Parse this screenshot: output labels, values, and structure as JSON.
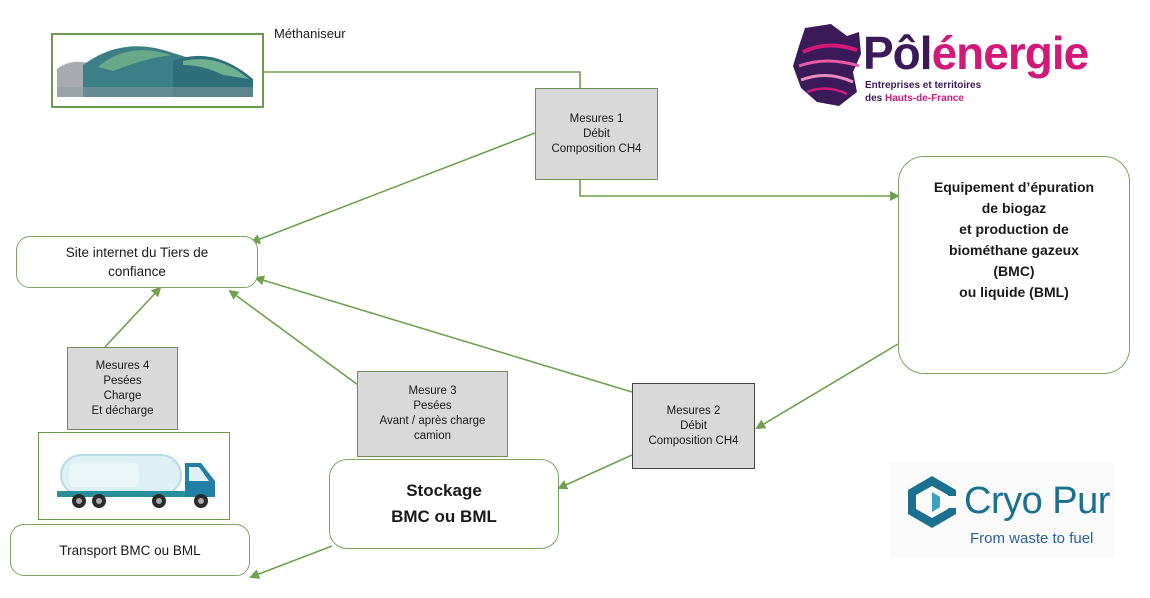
{
  "methaniseur": {
    "label": "Méthaniseur"
  },
  "measure1": {
    "lines": [
      "Mesures 1",
      "Débit",
      "Composition CH4"
    ]
  },
  "measure2": {
    "lines": [
      "Mesures 2",
      "Débit",
      "Composition CH4"
    ]
  },
  "measure3": {
    "lines": [
      "Mesure 3",
      "Pesées",
      "Avant / après charge",
      "camion"
    ]
  },
  "measure4": {
    "lines": [
      "Mesures 4",
      "Pesées",
      "Charge",
      "Et décharge"
    ]
  },
  "tiers": {
    "lines": [
      "Site internet du  Tiers de",
      "confiance"
    ]
  },
  "epuration": {
    "lines": [
      "Equipement d’épuration",
      "de biogaz",
      "et production de",
      "biométhane gazeux",
      "(BMC)",
      "ou liquide (BML)"
    ]
  },
  "stockage": {
    "lines": [
      "Stockage",
      "BMC ou BML"
    ]
  },
  "transport": {
    "label": "Transport BMC ou BML"
  },
  "polenergie": {
    "name_part1": "Pôl",
    "name_part2": "énergie",
    "tagline1": "Entreprises et territoires",
    "tagline2_prefix": "des ",
    "tagline2_highlight": "Hauts-de-France"
  },
  "cryopur": {
    "name": "Cryo Pur",
    "tagline": "From waste to fuel"
  },
  "colors": {
    "connector": "#70a050",
    "polenergie_dark": "#3b1a5a",
    "polenergie_magenta": "#d1197a",
    "cryopur_teal": "#1b6f8f",
    "cryopur_blue": "#2a5fa5"
  }
}
